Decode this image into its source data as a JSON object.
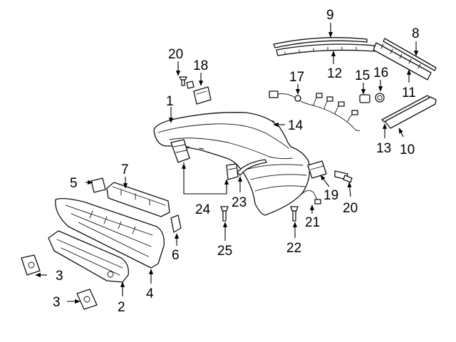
{
  "callouts": {
    "c1": "1",
    "c2": "2",
    "c3a": "3",
    "c3b": "3",
    "c4": "4",
    "c5": "5",
    "c6": "6",
    "c7": "7",
    "c8": "8",
    "c9": "9",
    "c10": "10",
    "c11": "11",
    "c12": "12",
    "c13": "13",
    "c14": "14",
    "c15": "15",
    "c16": "16",
    "c17": "17",
    "c18": "18",
    "c19": "19",
    "c20a": "20",
    "c20b": "20",
    "c21": "21",
    "c22": "22",
    "c23": "23",
    "c24": "24",
    "c25": "25"
  }
}
